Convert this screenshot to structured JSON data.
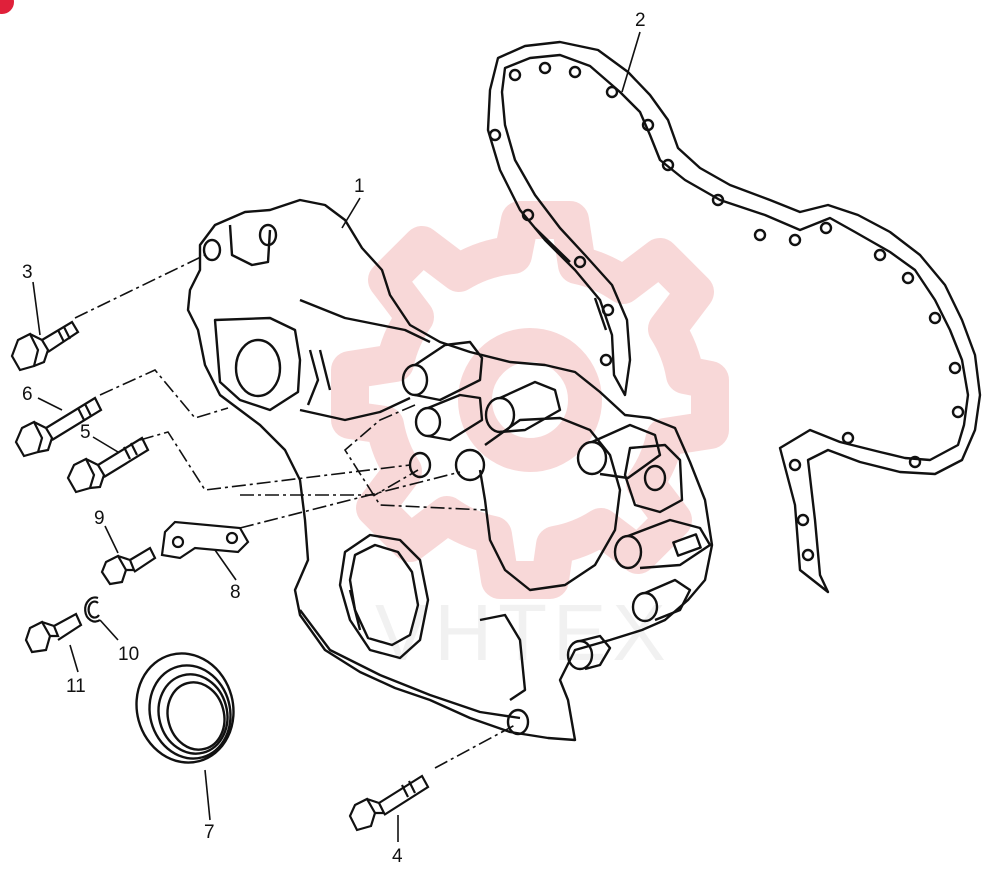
{
  "diagram": {
    "callouts": [
      {
        "id": "1",
        "label": "1"
      },
      {
        "id": "2",
        "label": "2"
      },
      {
        "id": "3",
        "label": "3"
      },
      {
        "id": "4",
        "label": "4"
      },
      {
        "id": "5",
        "label": "5"
      },
      {
        "id": "6",
        "label": "6"
      },
      {
        "id": "7",
        "label": "7"
      },
      {
        "id": "8",
        "label": "8"
      },
      {
        "id": "9",
        "label": "9"
      },
      {
        "id": "10",
        "label": "10"
      },
      {
        "id": "11",
        "label": "11"
      }
    ],
    "watermark_text": "VHTEX"
  },
  "colors": {
    "line": "#111111",
    "watermark": "#f3b9b9",
    "badge": "#e0203a",
    "background": "#ffffff"
  }
}
